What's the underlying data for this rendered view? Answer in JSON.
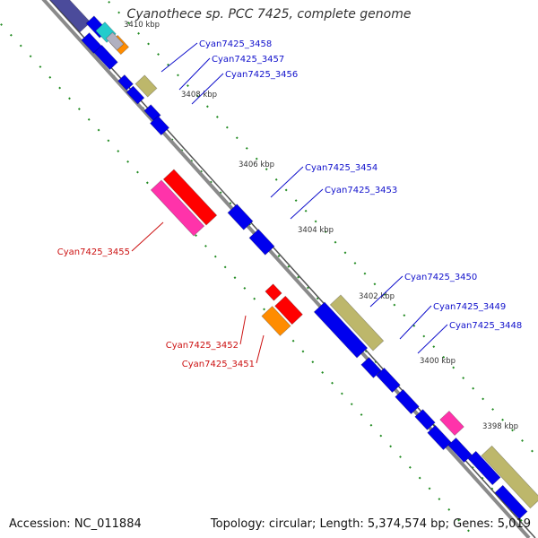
{
  "title": "Cyanothece sp. PCC 7425, complete genome",
  "accession": "Accession: NC_011884",
  "summary": "Topology: circular; Length: 5,374,574 bp; Genes: 5,019",
  "colors": {
    "backbone": "#8a8a8a",
    "forward_label": "#1111cc",
    "reverse_label": "#cc1111",
    "ticks": "#228b22",
    "gene_blue": "#0000ee",
    "gene_red": "#ff0000",
    "gene_pink": "#ff33aa",
    "gene_khaki": "#bdb76b",
    "gene_orange": "#ff8c00",
    "gene_cyan": "#22cccc",
    "gene_slate": "#4b4b9b",
    "gene_silver": "#b0b0c0"
  },
  "ticks": [
    "3410 kbp",
    "3408 kbp",
    "3406 kbp",
    "3404 kbp",
    "3402 kbp",
    "3400 kbp",
    "3398 kbp"
  ],
  "forward_labels": [
    "Cyan7425_3458",
    "Cyan7425_3457",
    "Cyan7425_3456",
    "Cyan7425_3454",
    "Cyan7425_3453",
    "Cyan7425_3450",
    "Cyan7425_3449",
    "Cyan7425_3448"
  ],
  "reverse_labels": [
    "Cyan7425_3455",
    "Cyan7425_3452",
    "Cyan7425_3451"
  ]
}
